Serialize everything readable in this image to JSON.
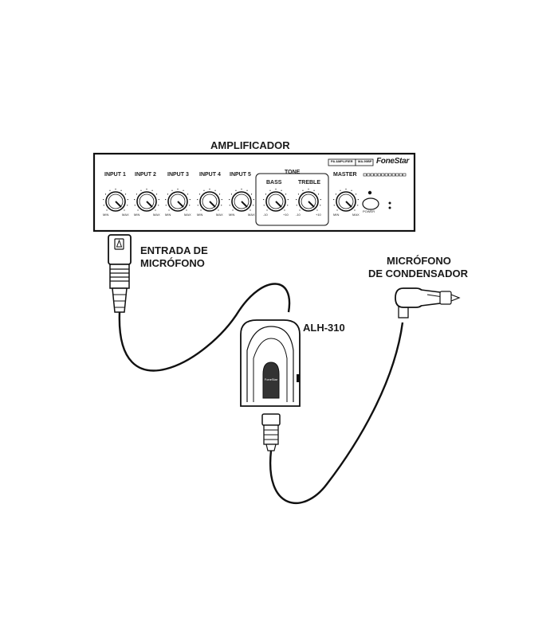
{
  "amplifier": {
    "title": "AMPLIFICADOR",
    "inputs": [
      "INPUT 1",
      "INPUT 2",
      "INPUT 3",
      "INPUT 4",
      "INPUT 5"
    ],
    "tone_label": "TONE",
    "bass_label": "BASS",
    "treble_label": "TREBLE",
    "master_label": "MASTER",
    "power_label": "POWER",
    "min_label": "MIN",
    "max_label": "MAX",
    "tone_min": "-10",
    "tone_max": "+10",
    "model_label": "PA AMPLIFIER",
    "model_code": "MA-90BP",
    "brand": "FoneStar"
  },
  "mic_input": {
    "line1": "ENTRADA DE",
    "line2": "MICRÓFONO"
  },
  "receiver": {
    "name": "ALH-310"
  },
  "condenser_mic": {
    "line1": "MICRÓFONO",
    "line2": "DE CONDENSADOR"
  }
}
